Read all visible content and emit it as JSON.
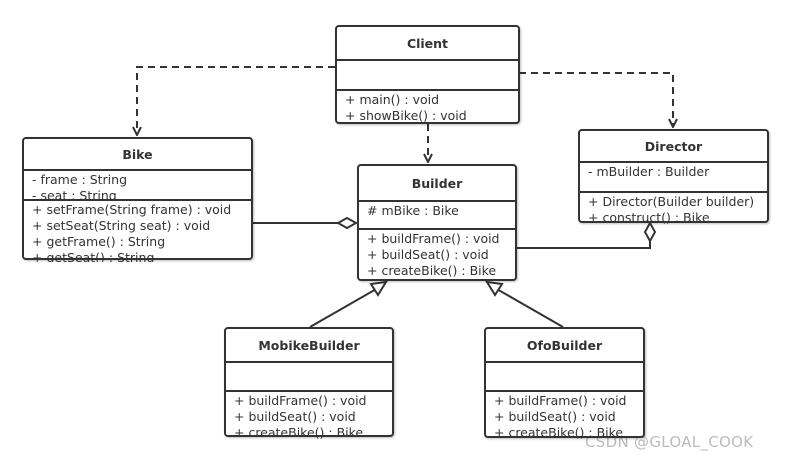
{
  "classes": [
    {
      "id": "client",
      "title": "Client",
      "attributes": [],
      "methods": [
        "+ main() : void",
        "+ showBike() : void"
      ]
    },
    {
      "id": "bike",
      "title": "Bike",
      "attributes": [
        "- frame : String",
        "- seat : String"
      ],
      "methods": [
        "+ setFrame(String frame) : void",
        "+ setSeat(String seat) : void",
        "+ getFrame() : String",
        "+ getSeat() : String"
      ]
    },
    {
      "id": "builder",
      "title": "Builder",
      "attributes": [
        "# mBike : Bike"
      ],
      "methods": [
        "+ buildFrame() : void",
        "+ buildSeat() : void",
        "+ createBike() : Bike"
      ]
    },
    {
      "id": "director",
      "title": "Director",
      "attributes": [
        "- mBuilder : Builder"
      ],
      "methods": [
        "+ Director(Builder builder)",
        "+ construct() : Bike"
      ]
    },
    {
      "id": "mobike",
      "title": "MobikeBuilder",
      "attributes": [],
      "methods": [
        "+ buildFrame() : void",
        "+ buildSeat() : void",
        "+ createBike() : Bike"
      ]
    },
    {
      "id": "ofo",
      "title": "OfoBuilder",
      "attributes": [],
      "methods": [
        "+ buildFrame() : void",
        "+ buildSeat() : void",
        "+ createBike() : Bike"
      ]
    }
  ],
  "relations": [
    {
      "from": "Client",
      "to": "Bike",
      "type": "dependency"
    },
    {
      "from": "Client",
      "to": "Builder",
      "type": "dependency"
    },
    {
      "from": "Client",
      "to": "Director",
      "type": "dependency"
    },
    {
      "from": "Builder",
      "to": "Bike",
      "type": "aggregation"
    },
    {
      "from": "Director",
      "to": "Builder",
      "type": "aggregation"
    },
    {
      "from": "MobikeBuilder",
      "to": "Builder",
      "type": "generalization"
    },
    {
      "from": "OfoBuilder",
      "to": "Builder",
      "type": "generalization"
    }
  ],
  "watermark": "CSDN @GLOAL_COOK",
  "colors": {
    "line": "#333333",
    "background": "#ffffff",
    "watermark": "#bbbbbb"
  }
}
